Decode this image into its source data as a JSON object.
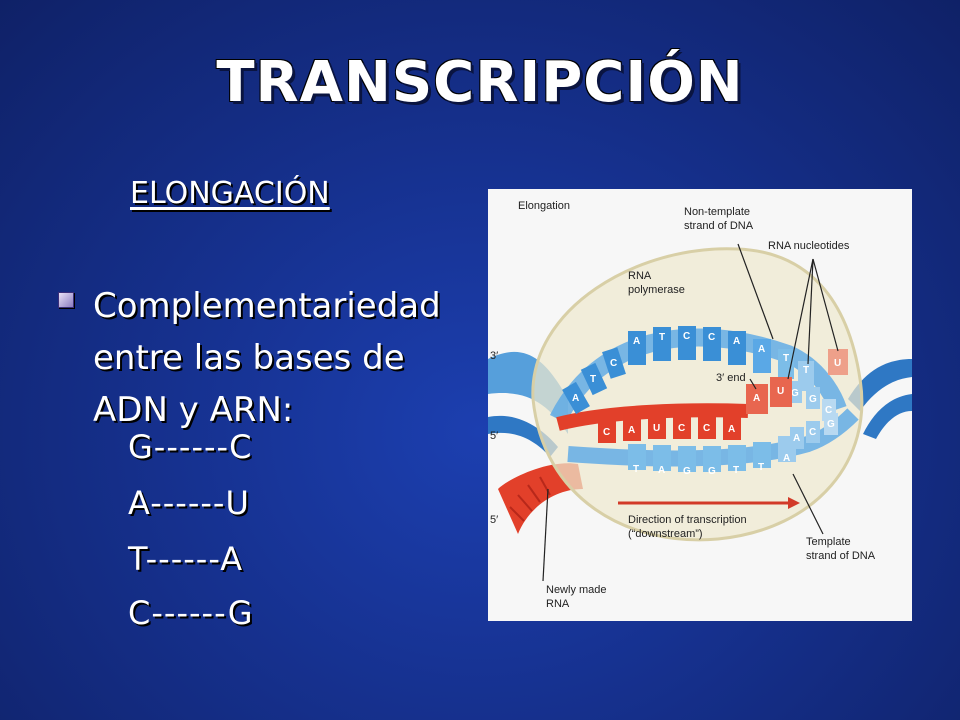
{
  "slide": {
    "title": "TRANSCRIPCIÓN",
    "subtitle": "ELONGACIÓN",
    "bullet_text": "Complementariedad entre las bases de ADN y ARN:",
    "pairs": [
      "G------C",
      "A------U",
      "T------A",
      "C------G"
    ]
  },
  "figure": {
    "heading": "Elongation",
    "non_template": [
      "Non-template",
      "strand of DNA"
    ],
    "rna_nucleotides": "RNA nucleotides",
    "rna_polymerase": [
      "RNA",
      "polymerase"
    ],
    "three_end": "3′ end",
    "direction": [
      "Direction of transcription",
      "(“downstream”)"
    ],
    "template": [
      "Template",
      "strand of DNA"
    ],
    "newly_made": [
      "Newly made",
      "RNA"
    ],
    "end_3_top": "3′",
    "end_5_mid": "5′",
    "end_5_low": "5′",
    "top_bases": [
      "A",
      "T",
      "C",
      "C",
      "A",
      "A",
      "T",
      "T"
    ],
    "left_bases": [
      "A",
      "T",
      "C"
    ],
    "rna_bases": [
      "C",
      "A",
      "U",
      "C",
      "C",
      "A"
    ],
    "bottom_bases": [
      "T",
      "A",
      "G",
      "G",
      "T",
      "T",
      "A"
    ],
    "right_bases": [
      "G",
      "G",
      "C",
      "C",
      "G",
      "A"
    ],
    "new_nt": [
      "A",
      "U",
      "U"
    ]
  },
  "colors": {
    "background": "#16318f",
    "dna_blue": "#3a8fd6",
    "rna_red": "#e2402a",
    "polymerase": "#efe9cf"
  }
}
